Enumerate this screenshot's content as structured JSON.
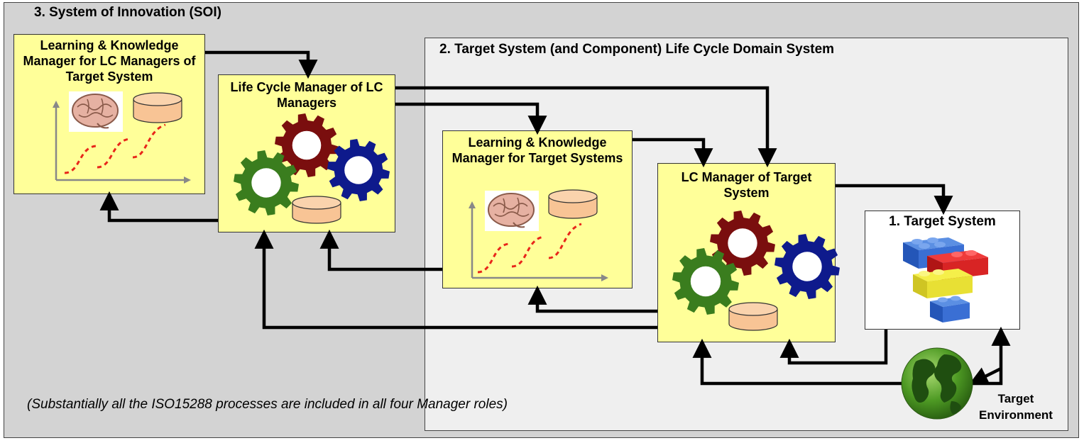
{
  "soi": {
    "title": "3.  System of Innovation (SOI)"
  },
  "lc_domain": {
    "title": "2.  Target System (and Component)  Life Cycle Domain System"
  },
  "boxes": {
    "lk_lc": {
      "title": "Learning & Knowledge Manager for LC Managers of Target System"
    },
    "lcm_lcm": {
      "title": "Life Cycle Manager of LC Managers"
    },
    "lk_ts": {
      "title": "Learning & Knowledge Manager for Target Systems"
    },
    "lcm_ts": {
      "title": "LC Manager of Target System"
    },
    "ts": {
      "title": "1. Target System"
    }
  },
  "environment": {
    "label": "Target Environment"
  },
  "note": "(Substantially all the ISO15288 processes are included in all four Manager roles)",
  "icons": [
    "brain-icon",
    "database-icon",
    "gear-icon",
    "lego-bricks-icon",
    "globe-icon",
    "s-curve-chart-icon"
  ],
  "colors": {
    "box_fill": "#ffff99",
    "soi_fill": "#d3d3d3",
    "domain_fill": "#efefef",
    "gear_green": "#3a7d1e",
    "gear_red": "#7a0e0e",
    "gear_blue": "#0e1a8c",
    "database": "#f8c495",
    "curve": "#e8261a",
    "arrow": "#000000"
  }
}
